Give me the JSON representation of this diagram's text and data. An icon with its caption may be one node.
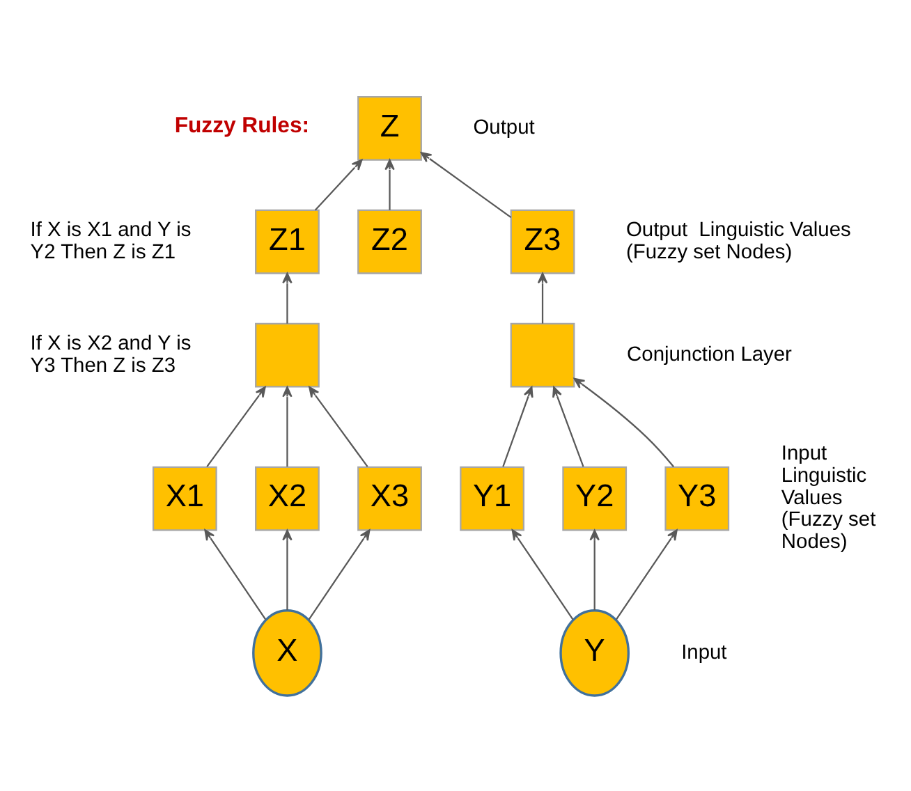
{
  "diagram": {
    "nodes": [
      {
        "text": [
          "Z"
        ],
        "beside": [
          "Output"
        ]
      },
      {
        "text": [
          "Z1"
        ]
      },
      {
        "text": [
          "Z2"
        ]
      },
      {
        "text": [
          "Z3"
        ],
        "beside": [
          "Output  Linguistic Values (Fuzzy set Nodes)"
        ]
      },
      {
        "text": [],
        "shape": "box"
      },
      {
        "text": [],
        "shape": "box",
        "beside": [
          "Conjunction Layer"
        ]
      },
      {
        "text": [
          "X1"
        ]
      },
      {
        "text": [
          "X2"
        ]
      },
      {
        "text": [
          "X3"
        ]
      },
      {
        "text": [
          "Y1"
        ]
      },
      {
        "text": [
          "Y2"
        ]
      },
      {
        "text": [
          "Y3"
        ],
        "beside": [
          "Input Linguistic Values (Fuzzy set Nodes)"
        ]
      },
      {
        "text": [
          "X"
        ]
      },
      {
        "text": [
          "Y"
        ],
        "beside": [
          "Input"
        ]
      }
    ],
    "edges": [
      {
        "from": 1,
        "to": 0,
        "arrow": "to"
      },
      {
        "from": 2,
        "to": 0,
        "arrow": "to"
      },
      {
        "from": 3,
        "to": 0,
        "arrow": "to"
      },
      {
        "from": 4,
        "to": 1,
        "arrow": "to"
      },
      {
        "from": 5,
        "to": 3,
        "arrow": "to"
      },
      {
        "from": 6,
        "to": 4,
        "arrow": "to"
      },
      {
        "from": 7,
        "to": 4,
        "arrow": "to"
      },
      {
        "from": 8,
        "to": 4,
        "arrow": "to"
      },
      {
        "from": 9,
        "to": 5,
        "arrow": "to"
      },
      {
        "from": 10,
        "to": 5,
        "arrow": "to"
      },
      {
        "from": 11,
        "to": 5,
        "arrow": "to"
      },
      {
        "from": 12,
        "to": 6,
        "arrow": "to"
      },
      {
        "from": 12,
        "to": 7,
        "arrow": "to"
      },
      {
        "from": 12,
        "to": 8,
        "arrow": "to"
      },
      {
        "from": 13,
        "to": 9,
        "arrow": "to"
      },
      {
        "from": 13,
        "to": 10,
        "arrow": "to"
      },
      {
        "from": 13,
        "to": 11,
        "arrow": "to"
      }
    ],
    "labels": [
      "Fuzzy Rules:",
      "If X is X1 and Y is  Y2 Then Z is Z1",
      "If X is X2 and Y is  Y3 Then Z is Z3"
    ]
  }
}
